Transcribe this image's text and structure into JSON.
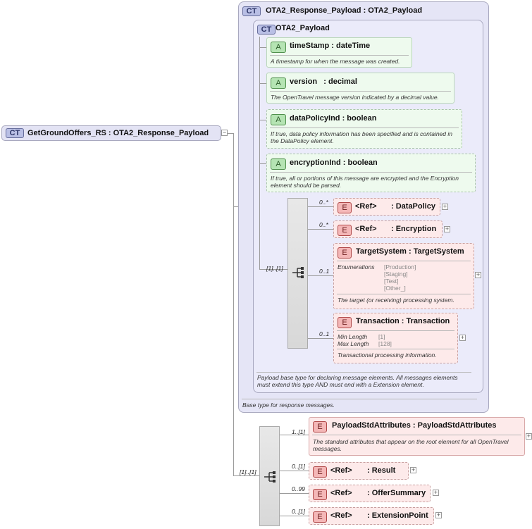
{
  "root": {
    "badge": "CT",
    "name": "GetGroundOffers_RS : OTA2_Response_Payload"
  },
  "response_payload": {
    "badge": "CT",
    "name": "OTA2_Response_Payload : OTA2_Payload",
    "doc": "Base type for response messages."
  },
  "payload": {
    "badge": "CT",
    "name": "OTA2_Payload",
    "doc": "Payload base type for declaring message elements. All messages elements must extend this type AND must end with a Extension element.",
    "attributes": [
      {
        "badge": "A",
        "name": "timeStamp : dateTime",
        "doc": "A timestamp for when the message was created."
      },
      {
        "badge": "A",
        "name": "version   : decimal",
        "doc": "The OpenTravel message version indicated by a decimal value."
      },
      {
        "badge": "A",
        "name": "dataPolicyInd : boolean",
        "doc": "If true, data policy information has been specified and is contained in the DataPolicy element."
      },
      {
        "badge": "A",
        "name": "encryptionInd : boolean",
        "doc": "If true, all or portions of this message are encrypted and the Encryption element should be parsed."
      }
    ],
    "sequence_occurrence": "[1]..[1]",
    "elements": [
      {
        "badge": "E",
        "occurrence": "0..*",
        "ref": "<Ref>",
        "name": ": DataPolicy"
      },
      {
        "badge": "E",
        "occurrence": "0..*",
        "ref": "<Ref>",
        "name": ": Encryption"
      },
      {
        "badge": "E",
        "occurrence": "0..1",
        "name": "TargetSystem : TargetSystem",
        "facet_label": "Enumerations",
        "facet_values": [
          "[Production]",
          "[Staging]",
          "[Test]",
          "[Other_]"
        ],
        "doc": "The target (or receiving) processing system."
      },
      {
        "badge": "E",
        "occurrence": "0..1",
        "name": "Transaction : Transaction",
        "facets": [
          {
            "label": "Min Length",
            "value": "[1]"
          },
          {
            "label": "Max Length",
            "value": "[128]"
          }
        ],
        "doc": "Transactional processing information."
      }
    ]
  },
  "content": {
    "sequence_occurrence": "[1]..[1]",
    "elements": [
      {
        "badge": "E",
        "occurrence": "1..[1]",
        "name": "PayloadStdAttributes : PayloadStdAttributes",
        "doc": "The standard attributes that appear on the root element for all OpenTravel messages."
      },
      {
        "badge": "E",
        "occurrence": "0..[1]",
        "ref": "<Ref>",
        "name": ": Result"
      },
      {
        "badge": "E",
        "occurrence": "0..99",
        "ref": "<Ref>",
        "name": ": OfferSummary"
      },
      {
        "badge": "E",
        "occurrence": "0..[1]",
        "ref": "<Ref>",
        "name": ": ExtensionPoint"
      }
    ]
  },
  "expander": "+",
  "collapser": "−"
}
